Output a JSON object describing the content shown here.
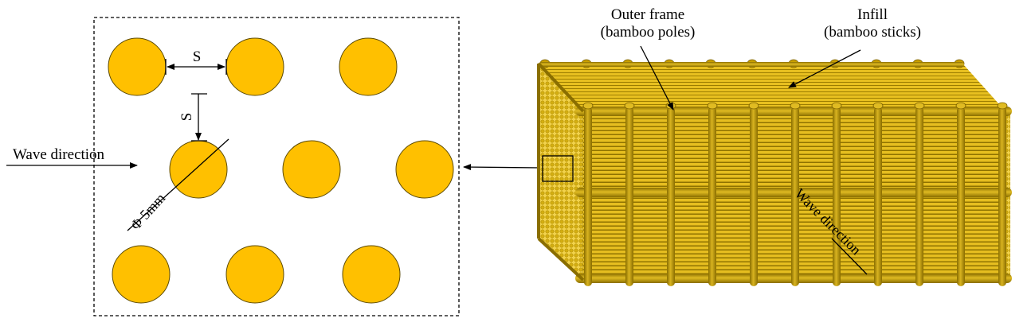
{
  "colors": {
    "rod_fill": "#FFC000",
    "rod_stroke": "#5C4A00",
    "frame_gold": "#C9A000",
    "frame_dark": "#8A6E00",
    "frame_light": "#E8C840",
    "ink": "#000000"
  },
  "left_panel": {
    "wave_label": "Wave direction",
    "spacing_label_horizontal": "S",
    "spacing_label_vertical": "S",
    "diameter_label": "Φ 5mm"
  },
  "right_panel": {
    "outer_frame_line1": "Outer frame",
    "outer_frame_line2": "(bamboo poles)",
    "infill_line1": "Infill",
    "infill_line2": "(bamboo sticks)",
    "wave_label": "Wave direction"
  },
  "icons": {
    "arrow": "arrow-icon",
    "rod": "rod-cross-section"
  }
}
